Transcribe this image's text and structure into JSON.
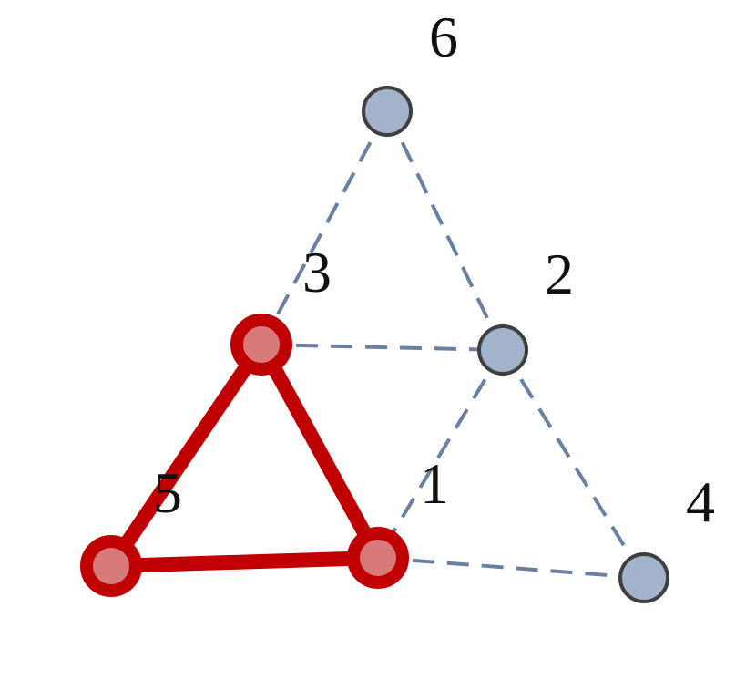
{
  "nodes": [
    {
      "id": "1",
      "label": "1",
      "highlighted": true
    },
    {
      "id": "2",
      "label": "2",
      "highlighted": false
    },
    {
      "id": "3",
      "label": "3",
      "highlighted": true
    },
    {
      "id": "4",
      "label": "4",
      "highlighted": false
    },
    {
      "id": "5",
      "label": "5",
      "highlighted": true
    },
    {
      "id": "6",
      "label": "6",
      "highlighted": false
    }
  ],
  "edges": [
    {
      "from": "3",
      "to": "5",
      "highlighted": true
    },
    {
      "from": "5",
      "to": "1",
      "highlighted": true
    },
    {
      "from": "1",
      "to": "3",
      "highlighted": true
    },
    {
      "from": "3",
      "to": "6",
      "highlighted": false
    },
    {
      "from": "6",
      "to": "2",
      "highlighted": false
    },
    {
      "from": "3",
      "to": "2",
      "highlighted": false
    },
    {
      "from": "2",
      "to": "1",
      "highlighted": false
    },
    {
      "from": "2",
      "to": "4",
      "highlighted": false
    },
    {
      "from": "1",
      "to": "4",
      "highlighted": false
    }
  ],
  "colors": {
    "highlight_stroke": "#c00000",
    "highlight_fill": "#d97a7a",
    "normal_fill": "#a3b3cc",
    "normal_stroke": "#3f3f3f",
    "dashed_edge": "#6a80a2"
  }
}
